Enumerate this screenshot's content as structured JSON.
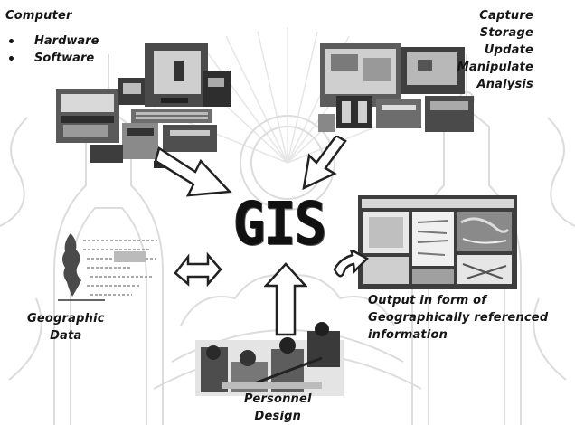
{
  "diagram": {
    "center_title": "GIS",
    "computer": {
      "title": "Computer",
      "items": [
        "Hardware",
        "Software"
      ]
    },
    "processes": [
      "Capture",
      "Storage",
      "Update",
      "Manipulate",
      "Analysis"
    ],
    "output": {
      "lines": [
        "Output in form of",
        "Geographically referenced",
        "information"
      ]
    },
    "geographic_data": {
      "lines": [
        "Geographic",
        "Data"
      ]
    },
    "personnel": {
      "lines": [
        "Personnel",
        "Design"
      ]
    }
  },
  "icons": {
    "computer": "computer-hardware-photo-icon",
    "processing": "workstation-photo-icon",
    "output": "map-output-photo-icon",
    "geographic": "map-data-photo-icon",
    "personnel": "people-photo-icon",
    "arrows": "hollow-arrow-icon",
    "watermark": "university-seal-watermark"
  }
}
